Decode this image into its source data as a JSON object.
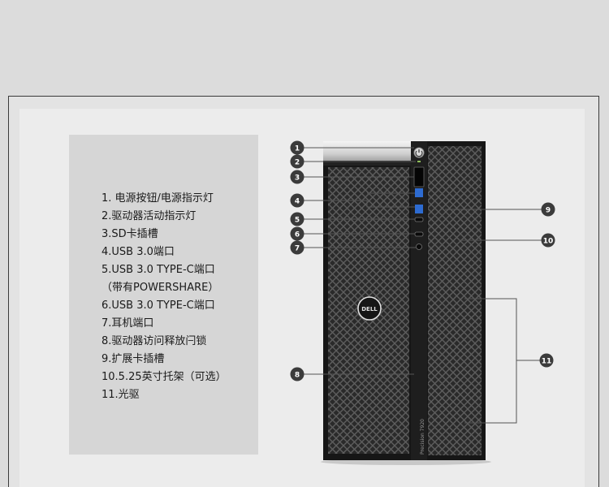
{
  "legend": {
    "items": [
      "1. 电源按钮/电源指示灯",
      "2.驱动器活动指示灯",
      "3.SD卡插槽",
      "4.USB 3.0端口",
      "5.USB 3.0 TYPE-C端口",
      "（带有POWERSHARE）",
      "6.USB 3.0 TYPE-C端口",
      "7.耳机端口",
      "8.驱动器访问释放闩锁",
      "9.扩展卡插槽",
      "10.5.25英寸托架（可选）",
      "11.光驱"
    ]
  },
  "callouts": [
    "1",
    "2",
    "3",
    "4",
    "5",
    "6",
    "7",
    "8",
    "9",
    "10",
    "11"
  ],
  "product": {
    "brand": "DELL",
    "model_text": "Precision 7920"
  },
  "colors": {
    "tower": "#1b1b1b",
    "callout_fill": "#3b3b3b",
    "leader_line": "#555555"
  }
}
